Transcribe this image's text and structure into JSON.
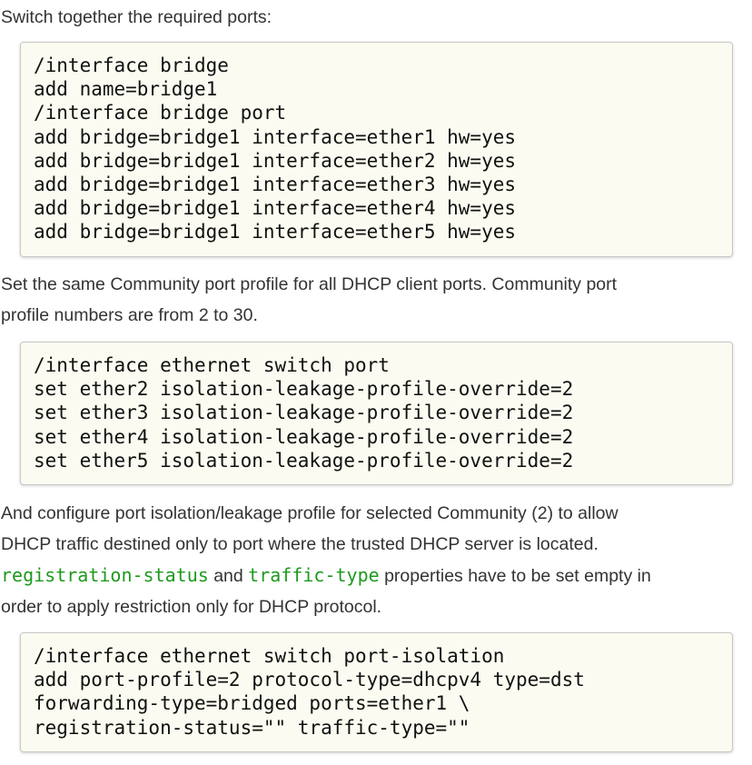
{
  "intro_text": "Switch together the required ports:",
  "code_block_1": [
    "/interface bridge",
    "add name=bridge1",
    "/interface bridge port",
    "add bridge=bridge1 interface=ether1 hw=yes",
    "add bridge=bridge1 interface=ether2 hw=yes",
    "add bridge=bridge1 interface=ether3 hw=yes",
    "add bridge=bridge1 interface=ether4 hw=yes",
    "add bridge=bridge1 interface=ether5 hw=yes"
  ],
  "paragraph_2": {
    "line1": "Set the same Community port profile for all DHCP client ports. Community port",
    "line2": "profile numbers are from 2 to 30."
  },
  "code_block_2": [
    "/interface ethernet switch port",
    "set ether2 isolation-leakage-profile-override=2",
    "set ether3 isolation-leakage-profile-override=2",
    "set ether4 isolation-leakage-profile-override=2",
    "set ether5 isolation-leakage-profile-override=2"
  ],
  "paragraph_3": {
    "line1": "And configure port isolation/leakage profile for selected Community (2) to allow",
    "line2": "DHCP traffic destined only to port where the trusted DHCP server is located.",
    "code_term_1": "registration-status",
    "text_and": " and ",
    "code_term_2": "traffic-type",
    "text_after": " properties have to be set empty in",
    "line4": "order to apply restriction only for DHCP protocol."
  },
  "code_block_3": [
    "/interface ethernet switch port-isolation",
    "add port-profile=2 protocol-type=dhcpv4 type=dst",
    "forwarding-type=bridged ports=ether1 \\",
    "registration-status=\"\" traffic-type=\"\""
  ]
}
